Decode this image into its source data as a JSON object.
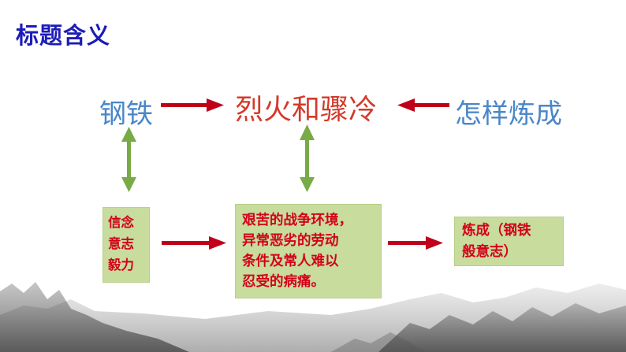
{
  "title": "标题含义",
  "top_row": {
    "left": "钢铁",
    "center": "烈火和骤冷",
    "right": "怎样炼成"
  },
  "bottom_row": {
    "left": "信念\n意志\n毅力",
    "center": "艰苦的战争环境，\n异常恶劣的劳动\n条件及常人难以\n忍受的病痛。",
    "right": "炼成（钢铁\n般意志）"
  },
  "colors": {
    "title": "#1c1cb8",
    "top_words": "#4a86c8",
    "center_word": "#d33a2a",
    "red_arrow": "#c0001a",
    "green_arrow": "#78ab46",
    "box_fill": "#c7dc9d",
    "box_text": "#d4001a"
  },
  "decoration": "ink-wash-mountain-landscape"
}
